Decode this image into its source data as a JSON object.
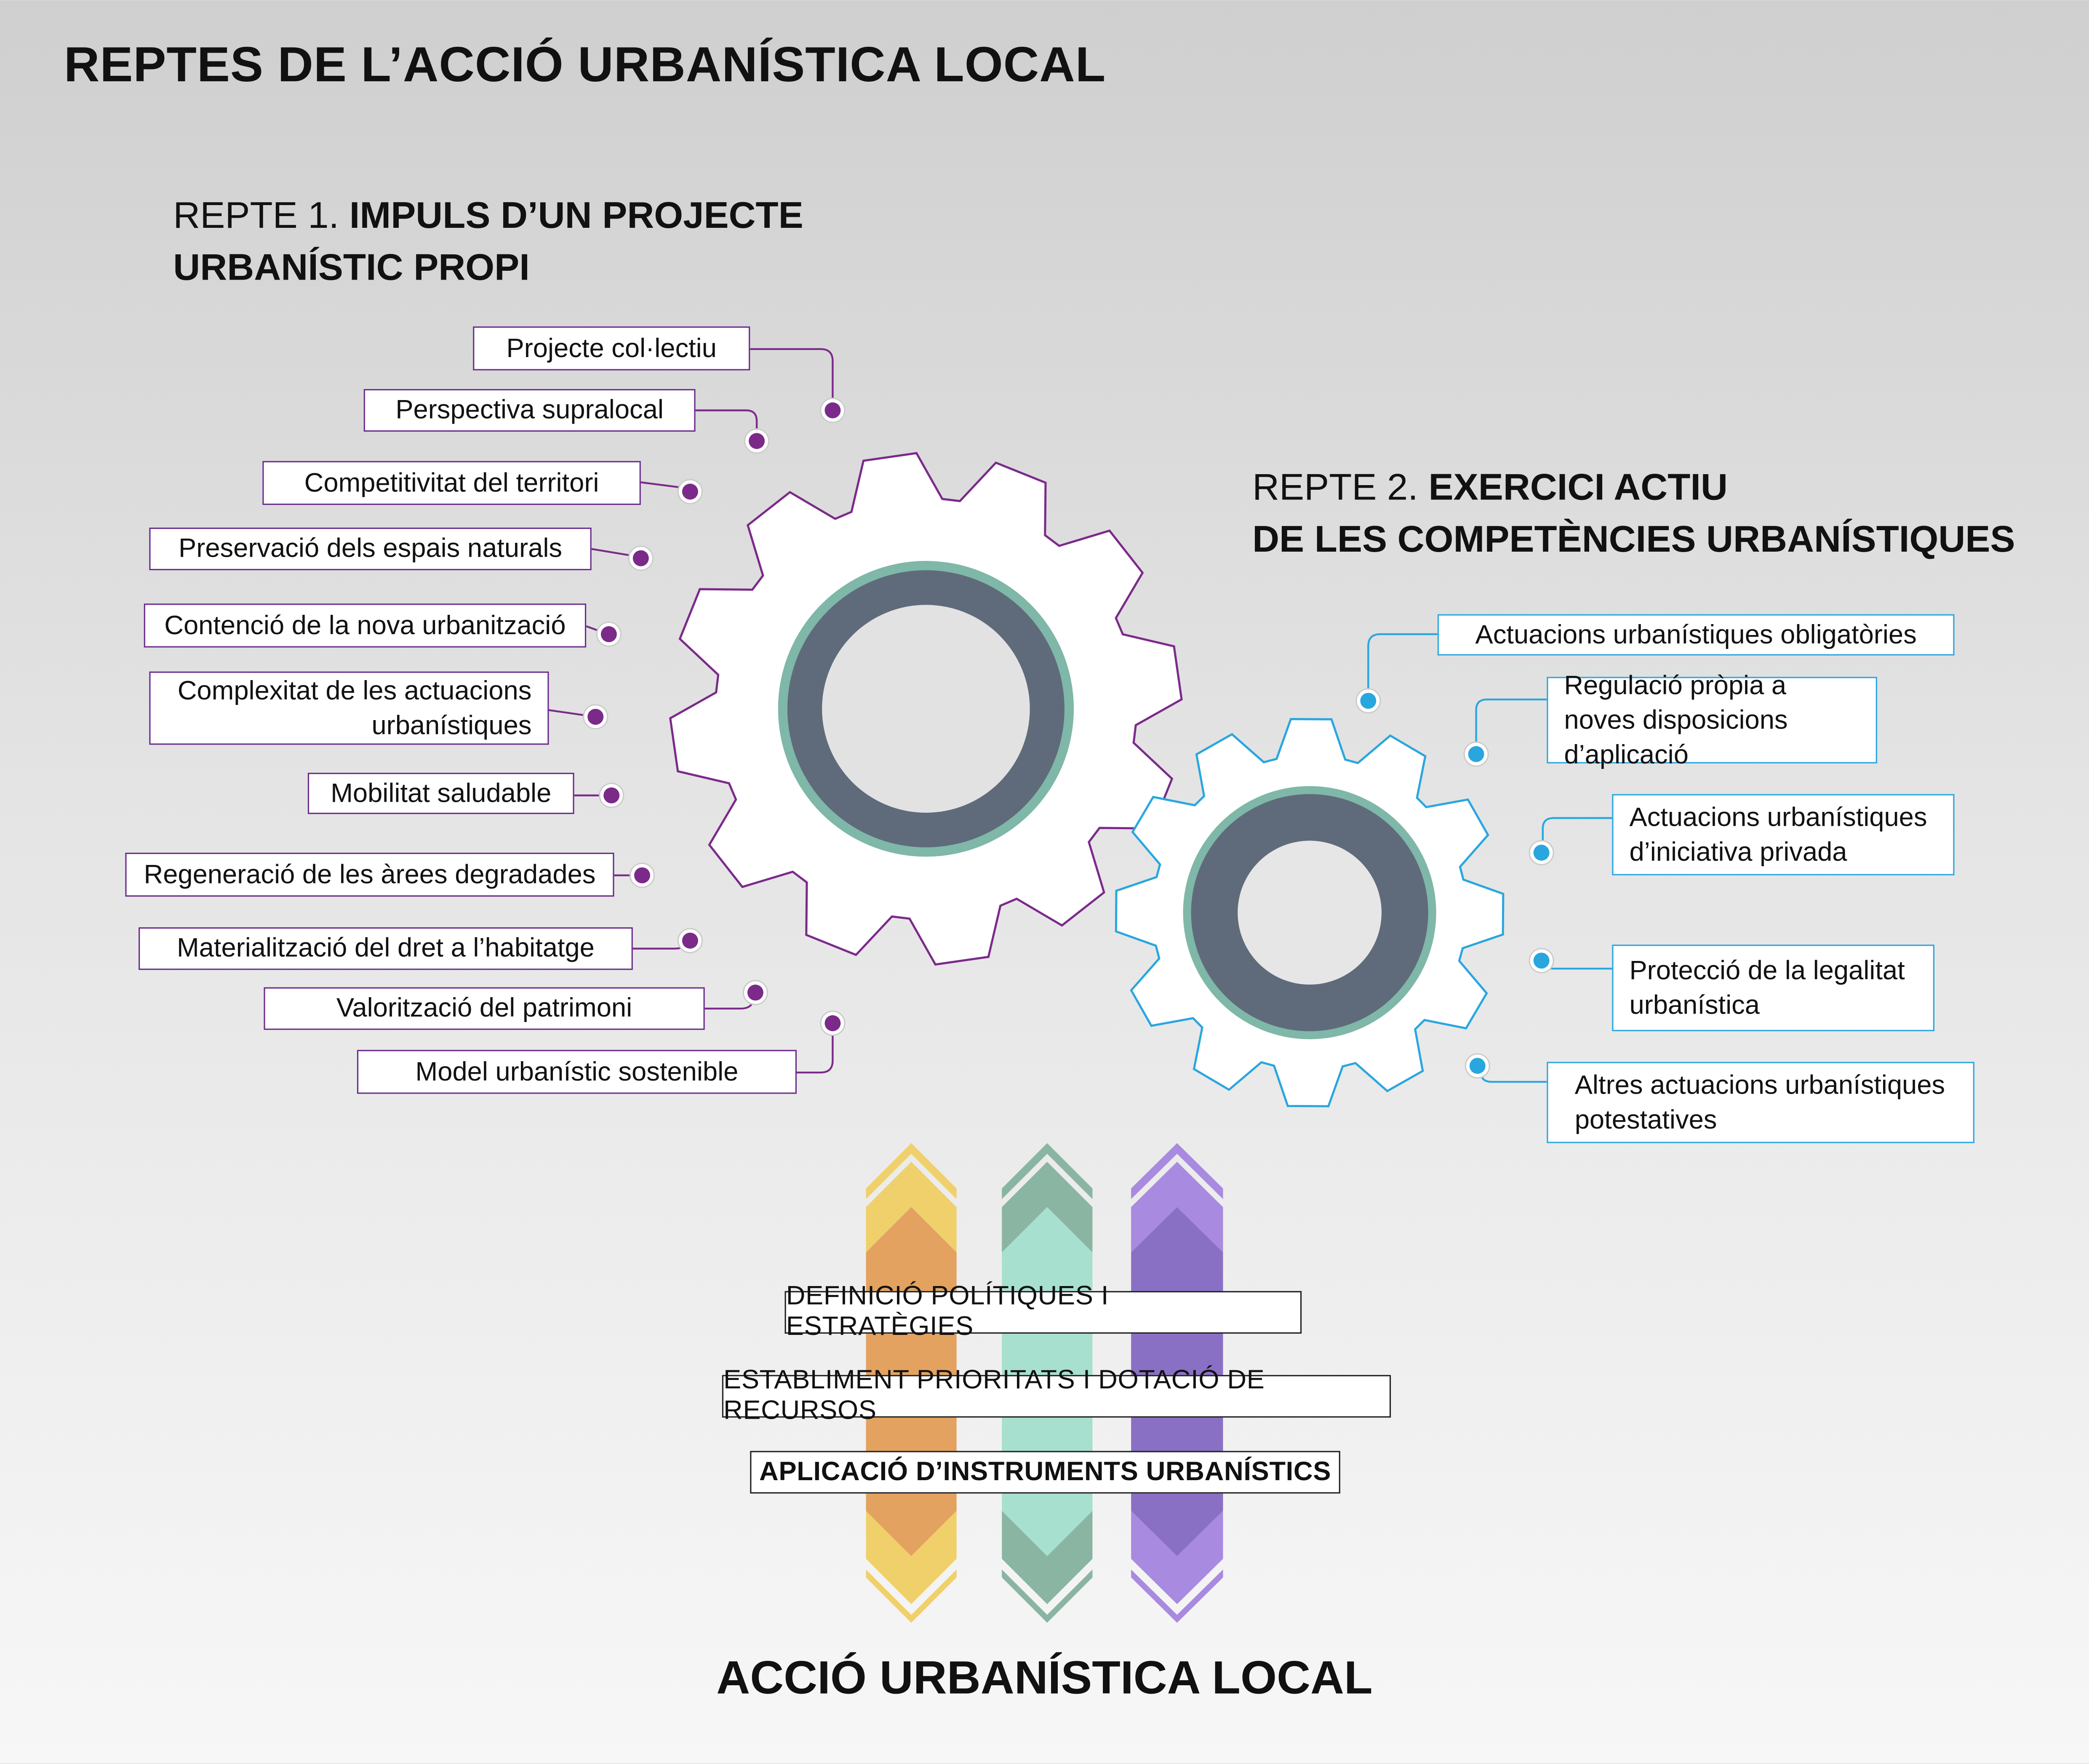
{
  "title": "REPTES DE L’ACCIÓ URBANÍSTICA LOCAL",
  "repte1": {
    "label": "REPTE 1.",
    "line1": "IMPULS D’UN PROJECTE",
    "line2": "URBANÍSTIC PROPI",
    "items": [
      "Projecte col·lectiu",
      "Perspectiva supralocal",
      "Competitivitat del territori",
      "Preservació dels espais naturals",
      "Contenció de la nova urbanització",
      "Complexitat de les actuacions urbanístiques",
      "Mobilitat saludable",
      "Regeneració de les àrees degradades",
      "Materialització del dret a l’habitatge",
      "Valorització del patrimoni",
      "Model urbanístic sostenible"
    ]
  },
  "repte2": {
    "label": "REPTE 2.",
    "line1": "EXERCICI ACTIU",
    "line2": "DE LES COMPETÈNCIES URBANÍSTIQUES",
    "items": [
      "Actuacions urbanístiques obligatòries",
      "Regulació pròpia a noves disposicions d’aplicació",
      "Actuacions urbanístiques d’iniciativa privada",
      "Protecció de la legalitat urbanística",
      "Altres actuacions urbanístiques potestatives"
    ]
  },
  "levels": [
    "DEFINICIÓ POLÍTIQUES I ESTRATÈGIES",
    "ESTABLIMENT PRIORITATS I DOTACIÓ DE RECURSOS",
    "APLICACIÓ D’INSTRUMENTS URBANÍSTICS"
  ],
  "bottom_title": "ACCIÓ URBANÍSTICA LOCAL",
  "colors": {
    "purple": "#7b2a8a",
    "blue": "#2aa6df",
    "gear_ring": "#5f6b7a",
    "gear_ring_edge": "#7fb7a8",
    "arrow_orange": "#e3a25f",
    "arrow_yellow": "#f0d06a",
    "arrow_mint": "#a7e0cf",
    "arrow_green": "#8ab5a3",
    "arrow_violet": "#8a70c4",
    "arrow_lilac": "#a88ae0"
  }
}
